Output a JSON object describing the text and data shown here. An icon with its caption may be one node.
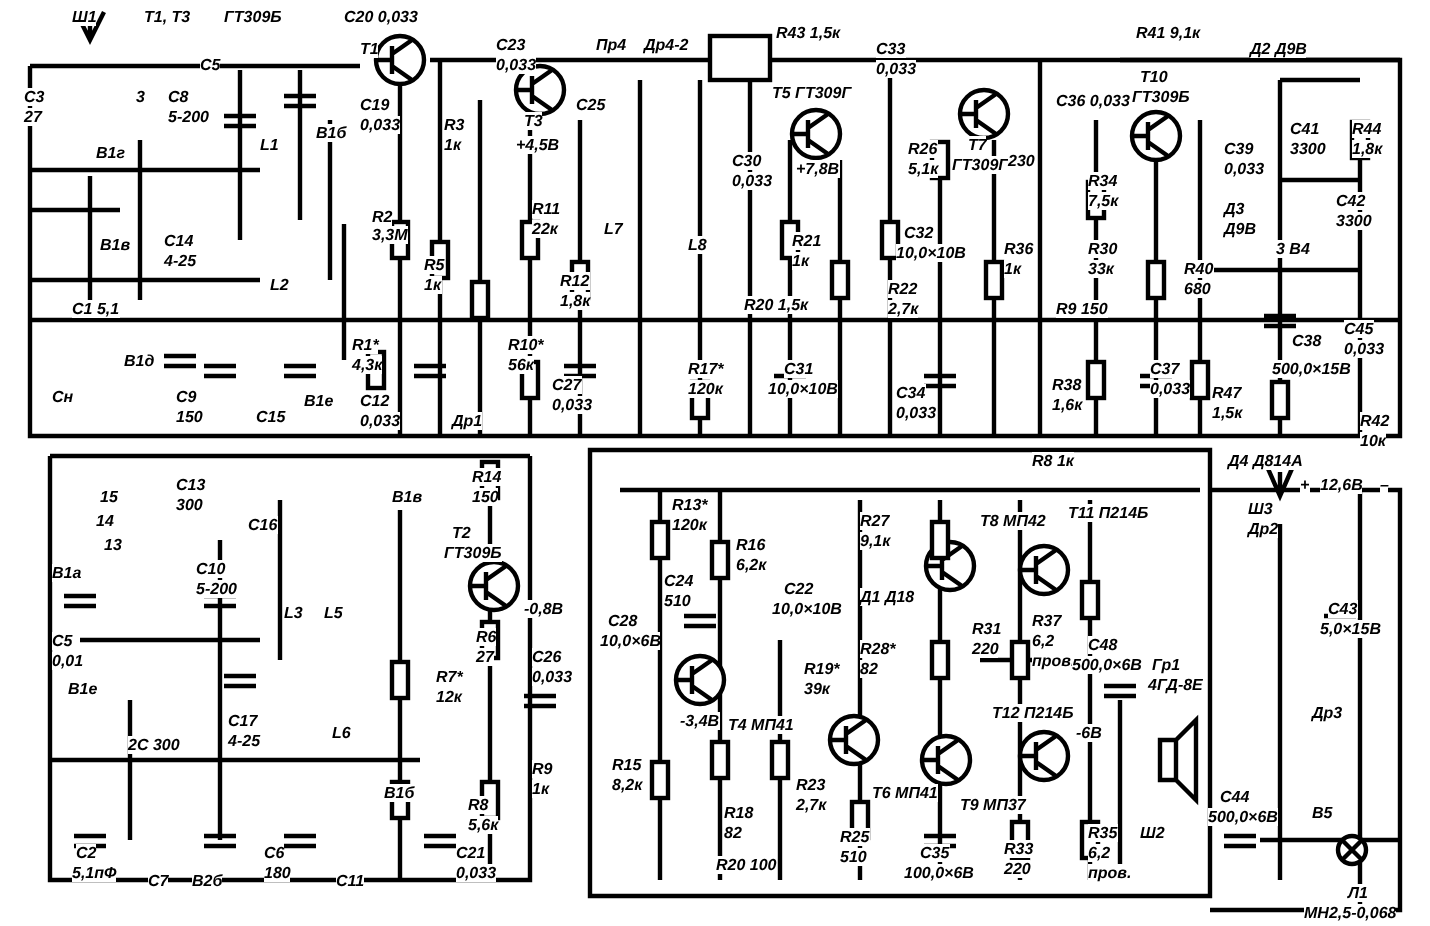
{
  "diagram": {
    "labels": [
      "Ш1",
      "Т1, Т3",
      "ГТ309Б",
      "С20 0,033",
      "С3",
      "27",
      "3",
      "В1г",
      "С8",
      "5-200",
      "С5",
      "L1",
      "В1б",
      "Т1",
      "С19",
      "0,033",
      "R3",
      "1к",
      "В1в",
      "С14",
      "4-25",
      "L2",
      "R2",
      "3,3М",
      "R5",
      "1к",
      "R1*",
      "4,3к",
      "С12",
      "0,033",
      "Др1",
      "С1 5,1",
      "В1д",
      "Сн",
      "С9",
      "150",
      "С15",
      "В1е",
      "С23",
      "0,033",
      "Т3",
      "+4,5В",
      "С25",
      "Пр4",
      "Др4-2",
      "L7",
      "L8",
      "R11",
      "22к",
      "R12",
      "1,8к",
      "R10*",
      "56к",
      "С27",
      "0,033",
      "R17*",
      "120к",
      "R43 1,5к",
      "С33",
      "0,033",
      "Т5 ГТ309Г",
      "С30",
      "0,033",
      "+7,8В",
      "R21",
      "1к",
      "R26",
      "5,1к",
      "С32",
      "10,0×10В",
      "R20 1,5к",
      "R22",
      "2,7к",
      "С31",
      "10,0×10В",
      "Т7",
      "ГТ309Г",
      "230",
      "С36 0,033",
      "R41 9,1к",
      "Д2 Д9В",
      "Т10",
      "ГТ309Б",
      "С41",
      "R44",
      "С39",
      "3300",
      "1,8к",
      "0,033",
      "R34",
      "7,5к",
      "Д3",
      "Д9В",
      "С42",
      "3300",
      "R36",
      "R30",
      "3 В4",
      "1к",
      "33к",
      "R40",
      "680",
      "R9 150",
      "С45",
      "С38",
      "0,033",
      "500,0×15В",
      "R38",
      "1,6к",
      "С37",
      "0,033",
      "R47",
      "1,5к",
      "R42",
      "10к",
      "R8 1к",
      "Д4 Д814А",
      "С34",
      "0,033",
      "15",
      "14",
      "13",
      "В1а",
      "С13",
      "300",
      "С16",
      "С10",
      "5-200",
      "В1в",
      "L3",
      "L5",
      "С5",
      "0,01",
      "В1е",
      "2С 300",
      "С17",
      "4-25",
      "L6",
      "R14",
      "150",
      "Т2",
      "ГТ309Б",
      "R6",
      "27",
      "-0,8В",
      "С26",
      "R7*",
      "0,033",
      "12к",
      "В1б",
      "R9",
      "1к",
      "R8",
      "5,6к",
      "С2",
      "5,1пФ",
      "С7",
      "В2б",
      "С6",
      "180",
      "С11",
      "С21",
      "0,033",
      "R13*",
      "120к",
      "R16",
      "6,2к",
      "С24",
      "510",
      "С22",
      "10,0×10В",
      "С28",
      "10,0×6В",
      "-3,4В",
      "Т4 МП41",
      "R15",
      "8,2к",
      "R18",
      "82",
      "R20 100",
      "R23",
      "2,7к",
      "R19*",
      "39к",
      "R25",
      "510",
      "Т6 МП41",
      "С35",
      "100,0×6В",
      "R27",
      "9,1к",
      "Д1 Д18",
      "R28*",
      "82",
      "Т8 МП42",
      "R31",
      "220",
      "Т9 МП37",
      "Т11 П214Б",
      "R37",
      "6,2",
      "пров.",
      "Т12 П214Б",
      "R33",
      "220",
      "R35",
      "6,2",
      "пров.",
      "С48",
      "500,0×6В",
      "-6В",
      "Гр1",
      "4ГД-8Е",
      "Ш2",
      "Ш3",
      "Др2",
      "+",
      "12,6В",
      "–",
      "С43",
      "5,0×15В",
      "Др3",
      "С44",
      "500,0×6В",
      "В5",
      "Л1",
      "МН2,5-0,068"
    ]
  }
}
